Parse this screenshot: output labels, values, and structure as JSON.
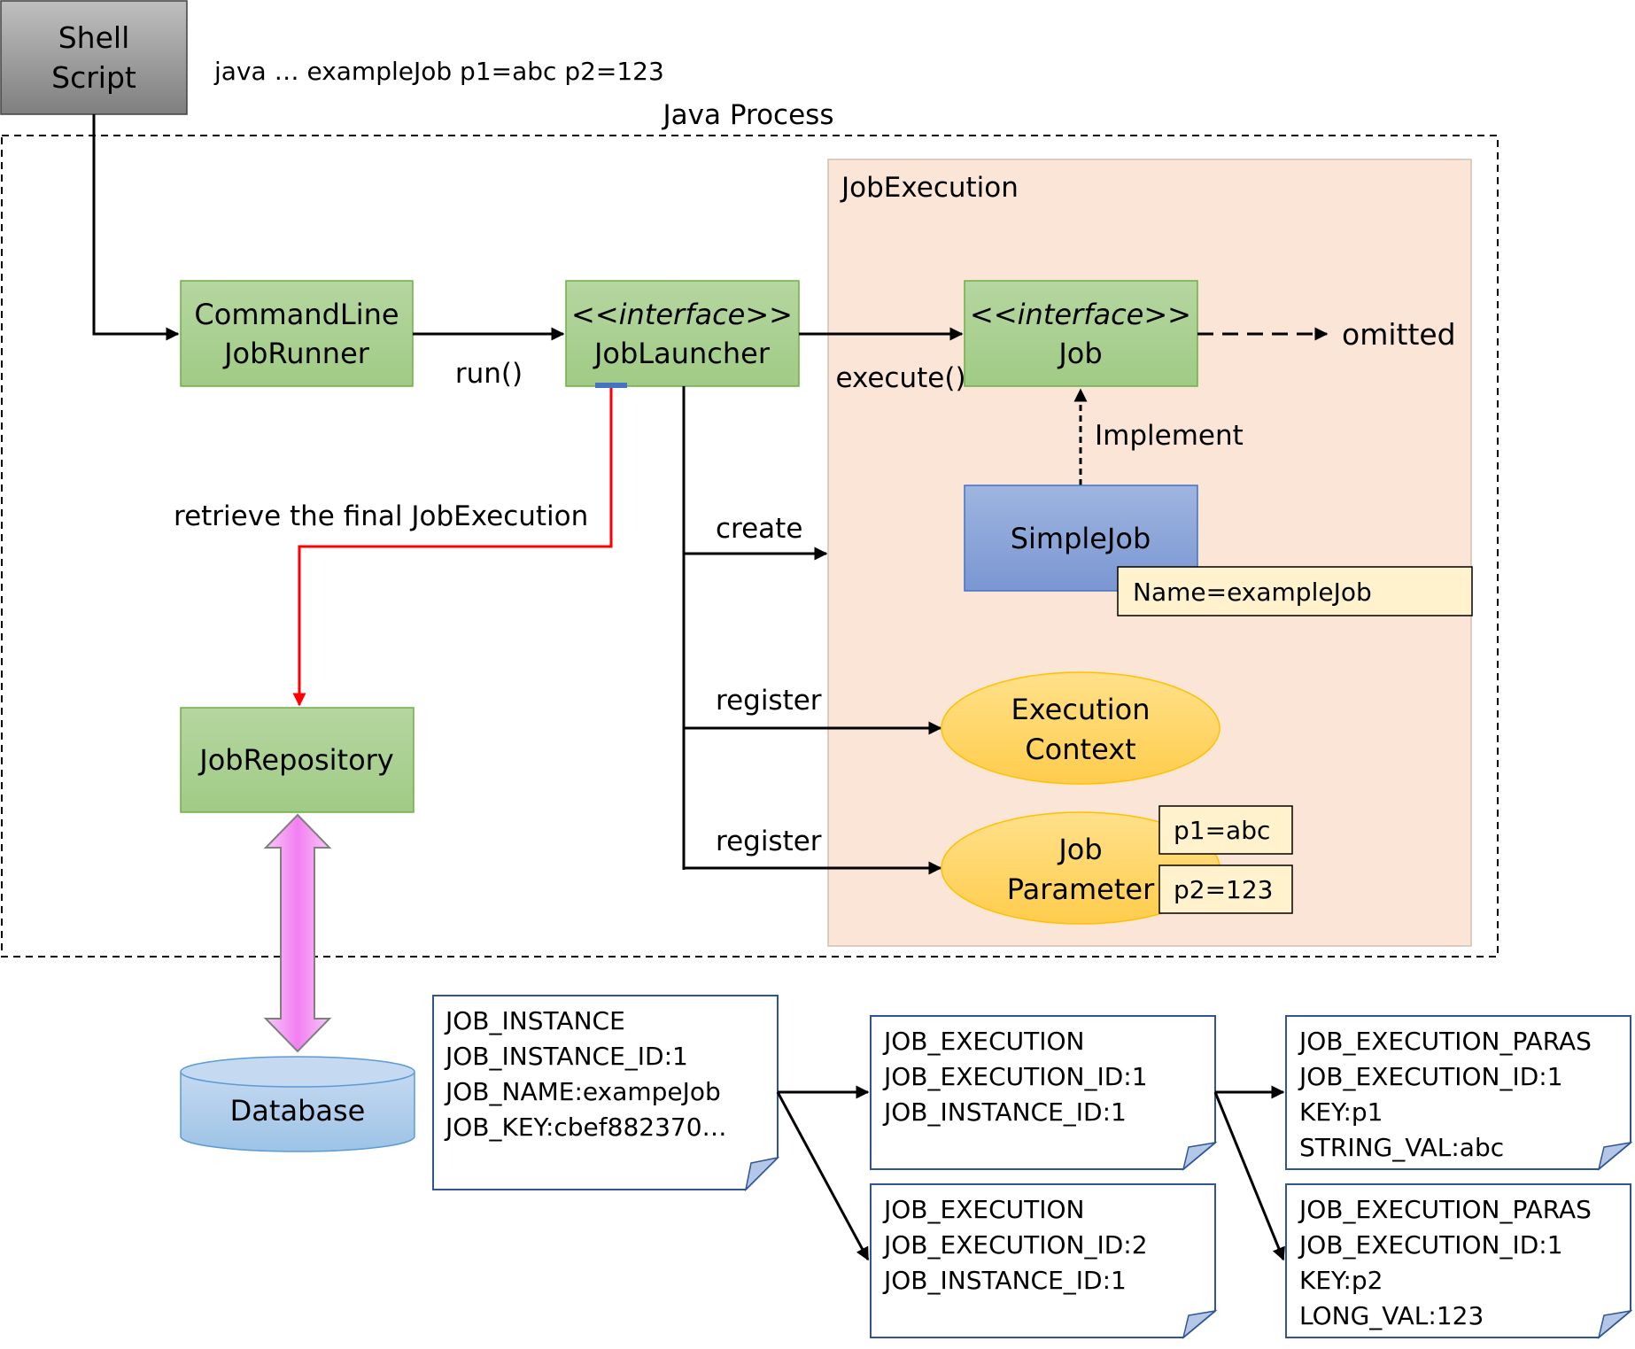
{
  "shell_script": {
    "lines": [
      "Shell",
      "Script"
    ]
  },
  "command": "java … exampleJob p1=abc p2=123",
  "java_process_label": "Java Process",
  "job_execution_label": "JobExecution",
  "nodes": {
    "command_line_job_runner": [
      "CommandLine",
      "JobRunner"
    ],
    "job_launcher": [
      "<<interface>>",
      "JobLauncher"
    ],
    "job": [
      "<<interface>>",
      "Job"
    ],
    "simple_job": "SimpleJob",
    "job_name_note": "Name=exampleJob",
    "execution_context": [
      "Execution",
      "Context"
    ],
    "job_parameter": [
      "Job",
      "Parameter"
    ],
    "param_p1": "p1=abc",
    "param_p2": "p2=123",
    "job_repository": "JobRepository",
    "database": "Database"
  },
  "edge_labels": {
    "run": "run()",
    "execute": "execute()",
    "omitted": "omitted",
    "implement": "Implement",
    "retrieve": "retrieve the final JobExecution",
    "create": "create",
    "register_context": "register",
    "register_parameter": "register"
  },
  "tables": {
    "job_instance": [
      "JOB_INSTANCE",
      "JOB_INSTANCE_ID:1",
      "JOB_NAME:exampeJob",
      "JOB_KEY:cbef882370…"
    ],
    "job_execution_1": [
      "JOB_EXECUTION",
      "JOB_EXECUTION_ID:1",
      "JOB_INSTANCE_ID:1"
    ],
    "job_execution_2": [
      "JOB_EXECUTION",
      "JOB_EXECUTION_ID:2",
      "JOB_INSTANCE_ID:1"
    ],
    "job_execution_paras_1": [
      "JOB_EXECUTION_PARAS",
      "JOB_EXECUTION_ID:1",
      "KEY:p1",
      "STRING_VAL:abc"
    ],
    "job_execution_paras_2": [
      "JOB_EXECUTION_PARAS",
      "JOB_EXECUTION_ID:1",
      "KEY:p2",
      "LONG_VAL:123"
    ]
  },
  "colors": {
    "green_fill": "#a9d18e",
    "green_border": "#70ad47",
    "blue_fill": "#8faadc",
    "orange_fill": "#ffd966",
    "note_fill": "#fff2cc",
    "job_execution_bg": "#fbe5d6",
    "red_line": "#ff0000",
    "doc_border": "#2f5597",
    "gray_fill": "#7f7f7f"
  }
}
